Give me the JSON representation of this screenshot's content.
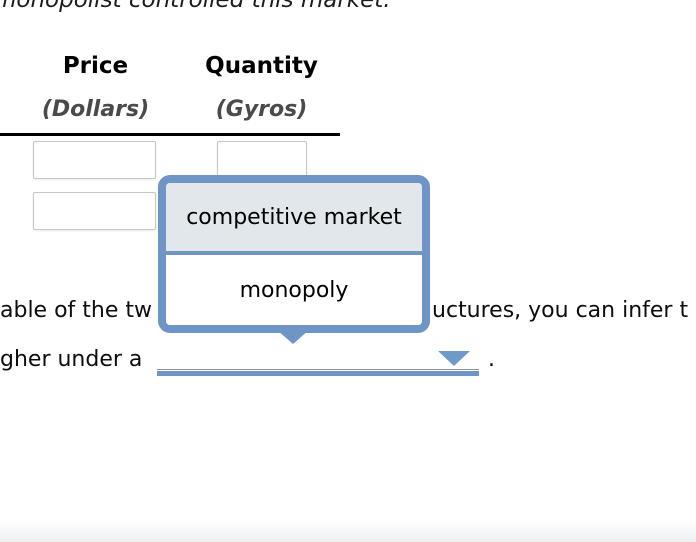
{
  "page": {
    "top_text": "monopolist controlled this market.",
    "colors": {
      "accent_blue": "#6e95c6",
      "option_highlight_bg": "#e1e7ea",
      "caret_blue": "#6e9ac9"
    }
  },
  "table": {
    "columns": [
      {
        "label": "Price",
        "sublabel": "(Dollars)"
      },
      {
        "label": "Quantity",
        "sublabel": "(Gyros)"
      }
    ],
    "cells": {
      "price_row1": "",
      "price_row2": "",
      "quantity_row1": ""
    }
  },
  "dropdown_popup": {
    "options": [
      {
        "label": "competitive market",
        "highlighted": true
      },
      {
        "label": "monopoly",
        "highlighted": false
      }
    ]
  },
  "sentence": {
    "line1_left": "able of the tw",
    "line1_right": "uctures, you can infer t",
    "line2_lead": "gher under a",
    "line2_period": "."
  }
}
